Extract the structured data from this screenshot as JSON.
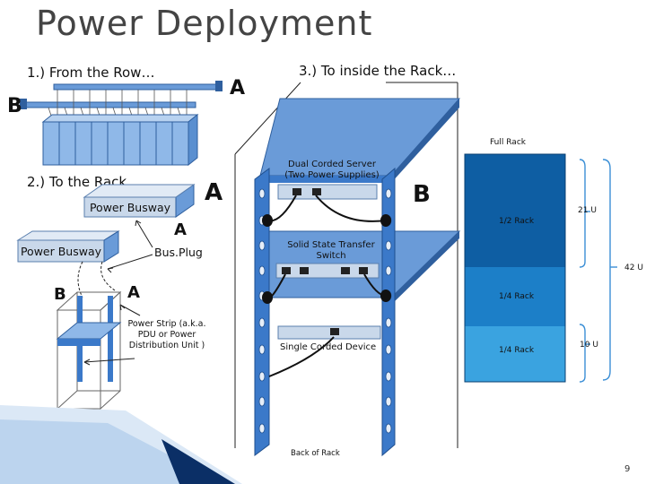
{
  "title": "Power Deployment",
  "sections": {
    "row": "1.) From the Row…",
    "rack": "2.) To the Rack…",
    "inside": "3.) To inside the Rack…"
  },
  "letters": {
    "row_a": "A",
    "row_b": "B",
    "rack_a": "A",
    "rack_a2": "A",
    "rack_a3": "A",
    "rack_b": "B",
    "inside_b": "B"
  },
  "labels": {
    "power_busway_1": "Power Busway",
    "power_busway_2": "Power Busway",
    "busplug": "Bus.Plug",
    "power_strip": "Power Strip (a.k.a. PDU or Power Distribution Unit )",
    "dual_corded": "Dual Corded Server (Two Power Supplies)",
    "ssts": "Solid State Transfer Switch",
    "single_corded": "Single Corded Device",
    "back_of_rack": "Back of Rack"
  },
  "rack_levels": {
    "full": "Full Rack",
    "half": "1/2 Rack",
    "quarter1": "1/4 Rack",
    "quarter2": "1/4 Rack",
    "u21": "21 U",
    "u42": "42 U",
    "u10": "10 U"
  },
  "page_number": "9",
  "colors": {
    "rack_dark": "#0e5ea3",
    "rack_mid": "#1c7fc8",
    "rack_light": "#3aa3e0",
    "frame_blue": "#3b79c9",
    "title_gray": "#444444"
  }
}
